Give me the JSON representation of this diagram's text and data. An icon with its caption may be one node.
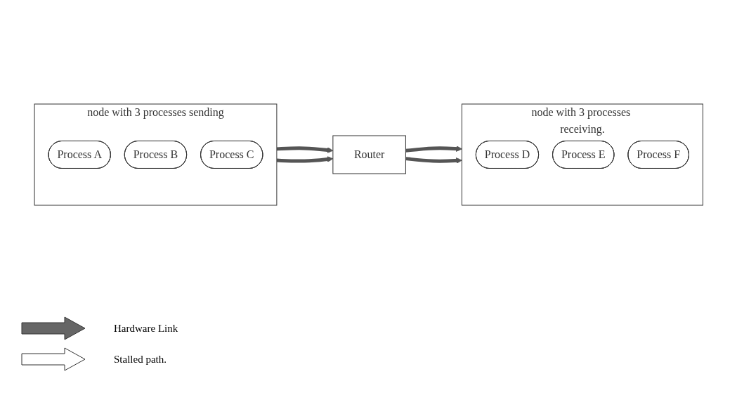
{
  "diagram": {
    "nodes": [
      {
        "text": [
          "node with 3 processes sending"
        ]
      },
      {
        "text": [
          "Process A"
        ],
        "in": 0
      },
      {
        "text": [
          "Process B"
        ],
        "in": 0
      },
      {
        "text": [
          "Process C"
        ],
        "in": 0
      },
      {
        "text": [
          "Router"
        ]
      },
      {
        "text": [
          "node with 3 processes receiving."
        ]
      },
      {
        "text": [
          "Process D"
        ],
        "in": 5
      },
      {
        "text": [
          "Process E"
        ],
        "in": 5
      },
      {
        "text": [
          "Process F"
        ],
        "in": 5
      }
    ],
    "edges": [
      {
        "from": 0,
        "to": 4,
        "arrow": "to"
      },
      {
        "from": 0,
        "to": 4,
        "arrow": "to"
      },
      {
        "from": 4,
        "to": 5,
        "arrow": "to"
      },
      {
        "from": 4,
        "to": 5,
        "arrow": "to"
      }
    ],
    "legend": [
      {
        "text": "Hardware Link"
      },
      {
        "text": "Stalled path."
      }
    ]
  }
}
